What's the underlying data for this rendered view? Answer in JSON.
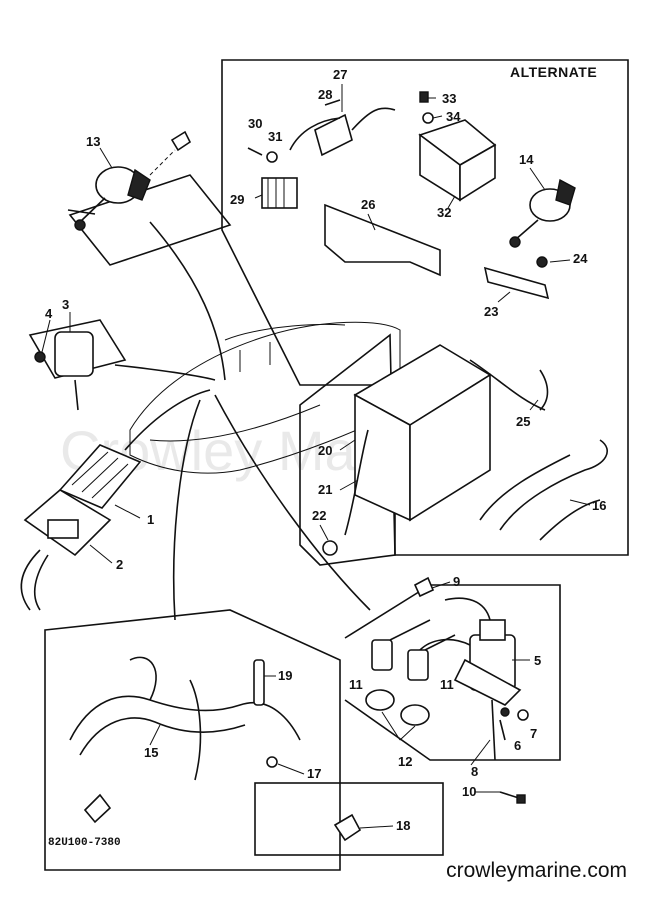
{
  "diagram": {
    "alternate_label": "ALTERNATE",
    "drawing_code": "82U100-7380",
    "watermark": "Crowley Marine",
    "footer_url": "crowleymarine.com",
    "callouts": [
      "1",
      "2",
      "3",
      "4",
      "5",
      "6",
      "7",
      "8",
      "9",
      "10",
      "11",
      "11",
      "12",
      "13",
      "14",
      "15",
      "16",
      "17",
      "18",
      "19",
      "20",
      "21",
      "22",
      "23",
      "24",
      "25",
      "26",
      "27",
      "28",
      "29",
      "30",
      "31",
      "32",
      "33",
      "34"
    ]
  }
}
